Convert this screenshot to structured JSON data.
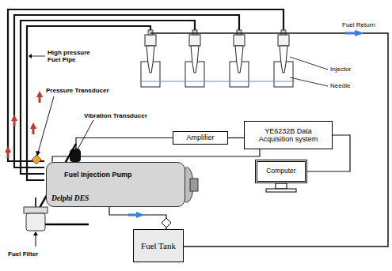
{
  "diagram": {
    "nodes": [
      {
        "text": [
          "Amplifier"
        ]
      },
      {
        "text": [
          "YE6232B Data Acquisition system"
        ]
      },
      {
        "text": [
          "Computer"
        ]
      },
      {
        "text": [
          "Fuel Injection Pump",
          "Delphi DES"
        ]
      },
      {
        "text": [
          "Fuel Tank"
        ]
      }
    ],
    "edges": [
      {
        "from": 3,
        "to": 0,
        "arrow": "none"
      },
      {
        "from": 0,
        "to": 1,
        "arrow": "none"
      },
      {
        "from": 1,
        "to": 2,
        "arrow": "none"
      },
      {
        "from": 3,
        "to": 1,
        "arrow": "none"
      },
      {
        "from": 4,
        "to": 3,
        "arrow": "none"
      }
    ],
    "labels": [
      "High pressure Fuel Pipe",
      "Pressure Transducer",
      "Vibration Transducer",
      "Injector",
      "Needle",
      "Fuel Return",
      "Fuel Filter"
    ]
  }
}
